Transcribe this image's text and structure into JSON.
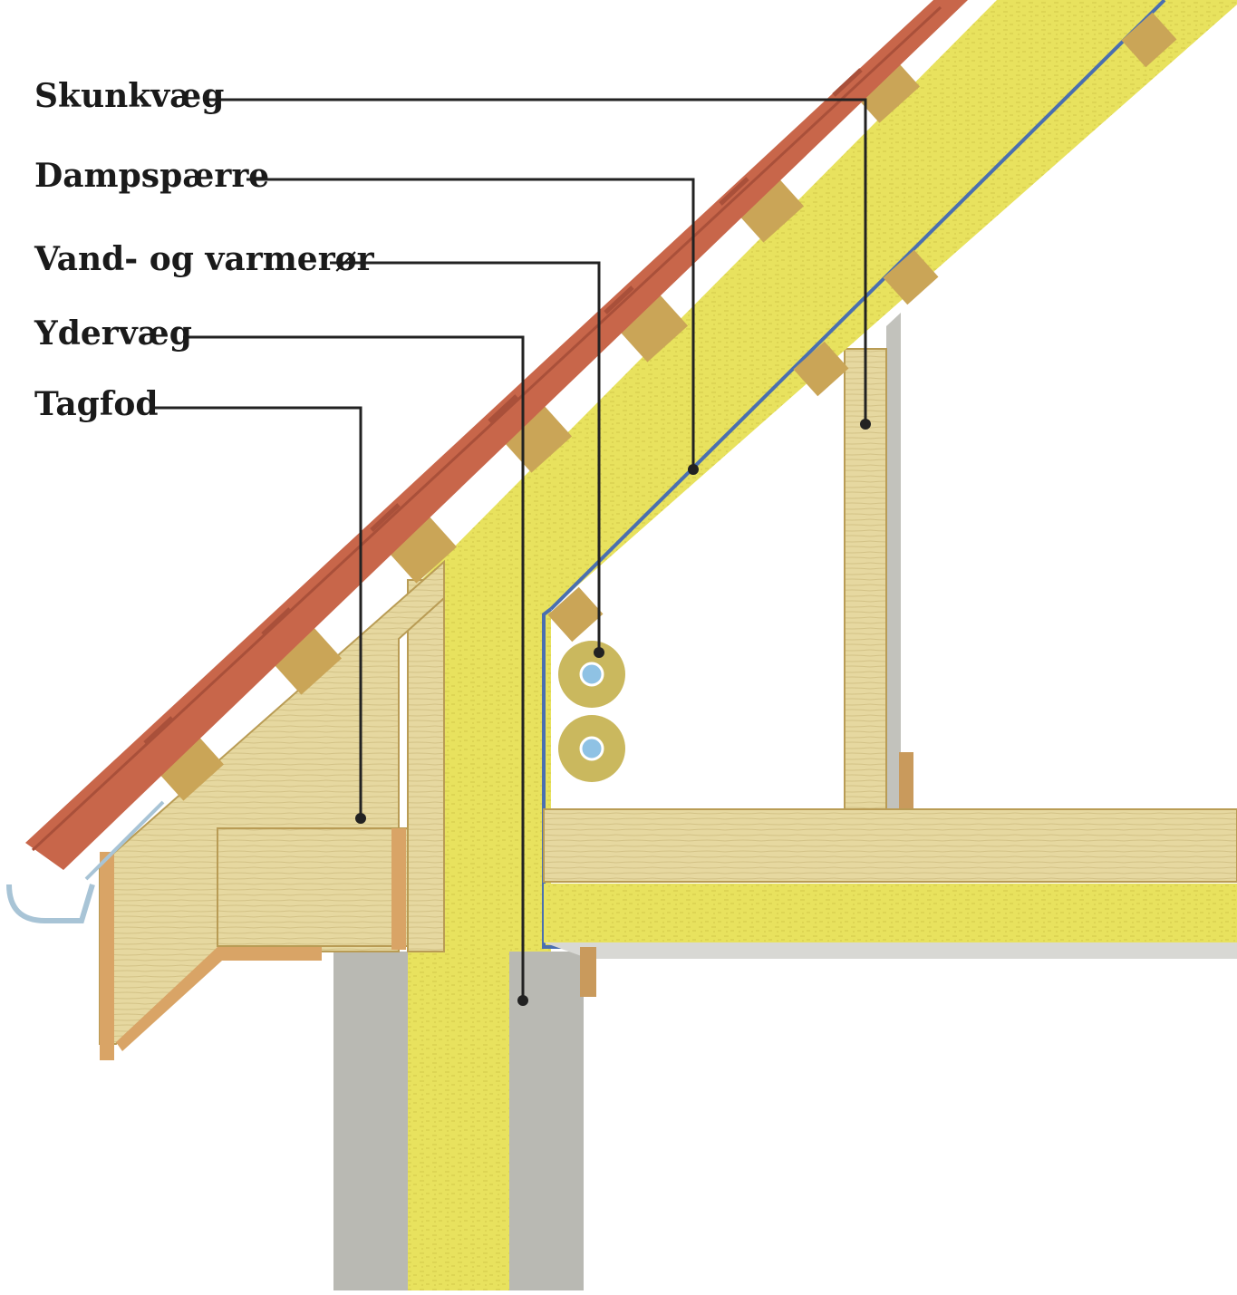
{
  "labels": [
    {
      "key": "skunkvaeg",
      "text": "Skunkvæg"
    },
    {
      "key": "dampspaerre",
      "text": "Dampspærre"
    },
    {
      "key": "vand_og_varmeroer",
      "text": "Vand- og varmerør"
    },
    {
      "key": "ydervaeg",
      "text": "Ydervæg"
    },
    {
      "key": "tagfod",
      "text": "Tagfod"
    }
  ],
  "colors": {
    "insulation": "#e6df5a",
    "wood": "#e3d49a",
    "wood_dark": "#c9b06b",
    "tile": "#c8664a",
    "vapor_barrier": "#4a6fb0",
    "concrete": "#b7b7b1",
    "gutter": "#bfd6e4",
    "leader_line": "#222222"
  }
}
